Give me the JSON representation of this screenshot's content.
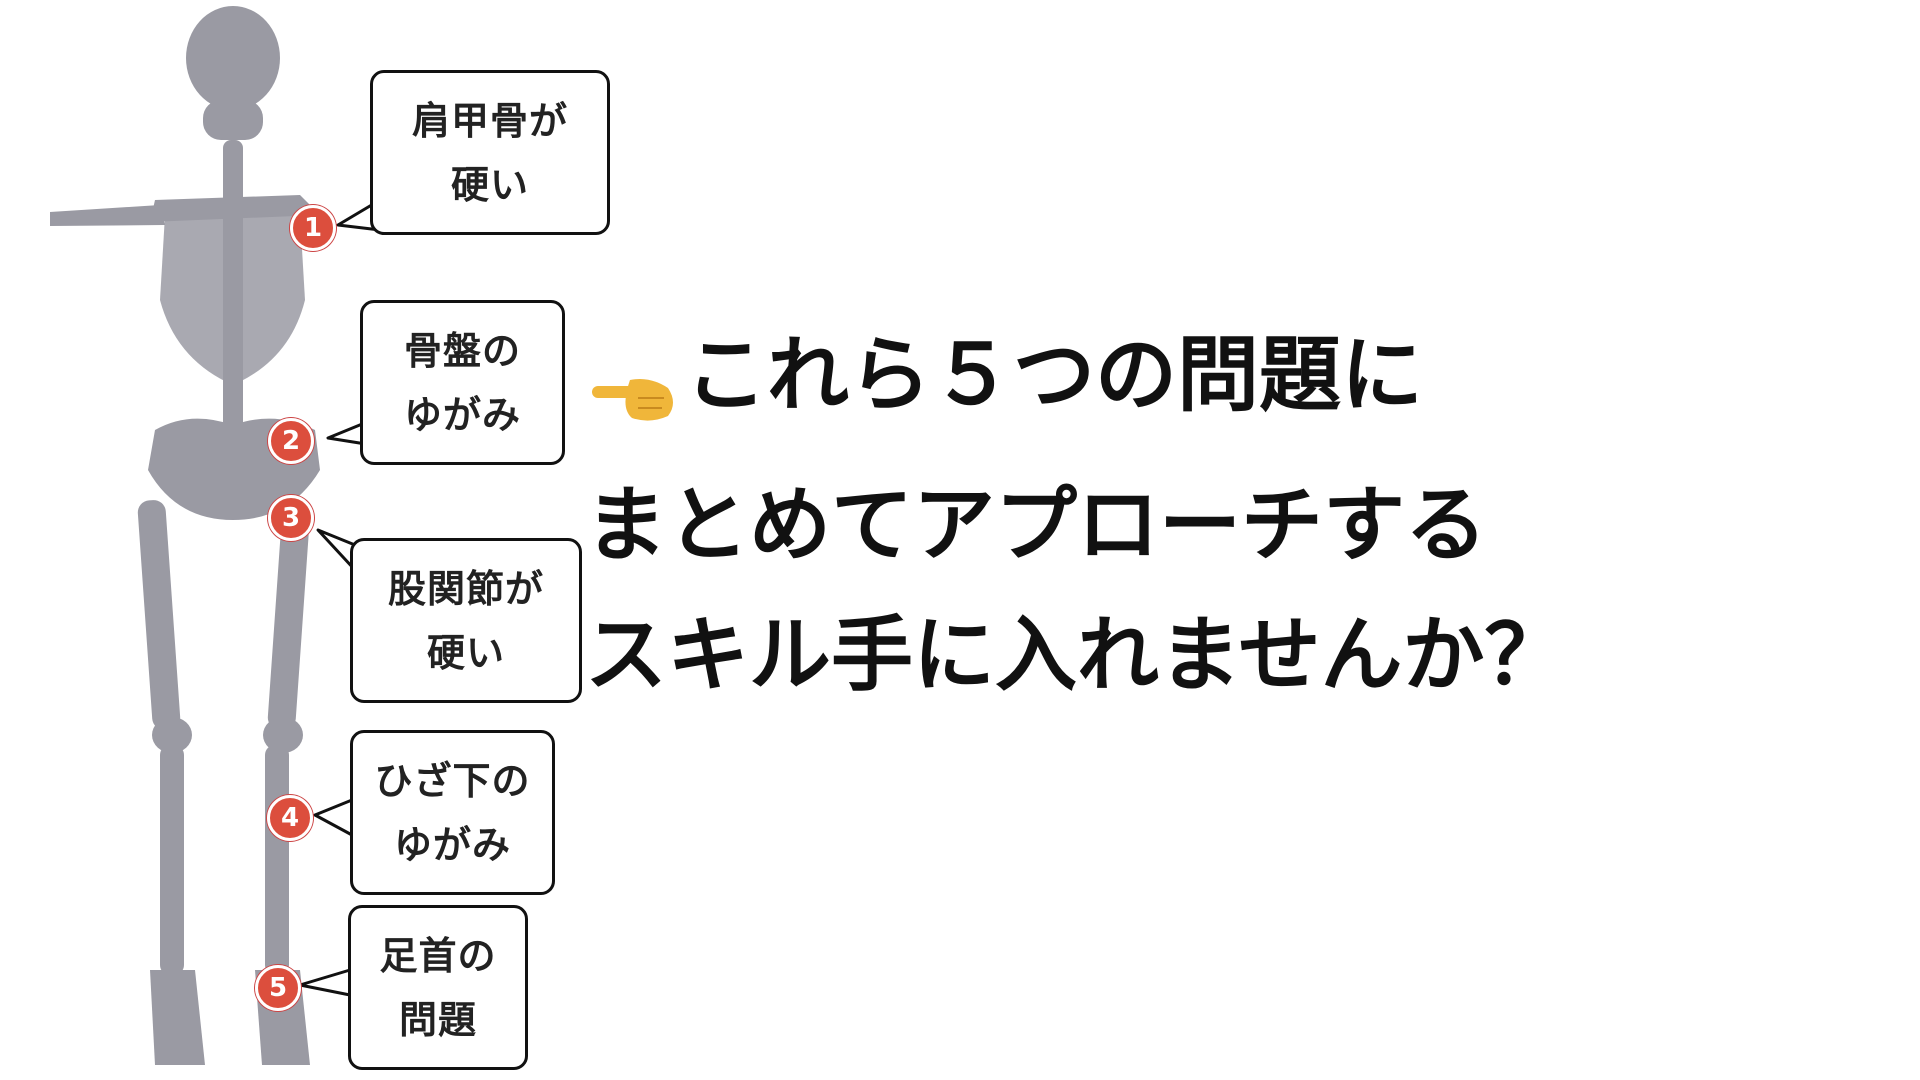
{
  "callouts": [
    {
      "number": "1",
      "lines": [
        "肩甲骨が",
        "硬い"
      ]
    },
    {
      "number": "2",
      "lines": [
        "骨盤の",
        "ゆがみ"
      ]
    },
    {
      "number": "3",
      "lines": [
        "股関節が",
        "硬い"
      ]
    },
    {
      "number": "4",
      "lines": [
        "ひざ下の",
        "ゆがみ"
      ]
    },
    {
      "number": "5",
      "lines": [
        "足首の",
        "問題"
      ]
    }
  ],
  "headline": {
    "line1": "これら５つの問題に",
    "line2": "まとめてアプローチする",
    "line3": "スキル手に入れませんか？"
  },
  "colors": {
    "bone": "#9a9aa3",
    "marker": "#dc4e3d",
    "border": "#111111",
    "pointer": "#f0b63a"
  },
  "icons": {
    "pointer": "backhand-index-pointing-right-icon"
  }
}
